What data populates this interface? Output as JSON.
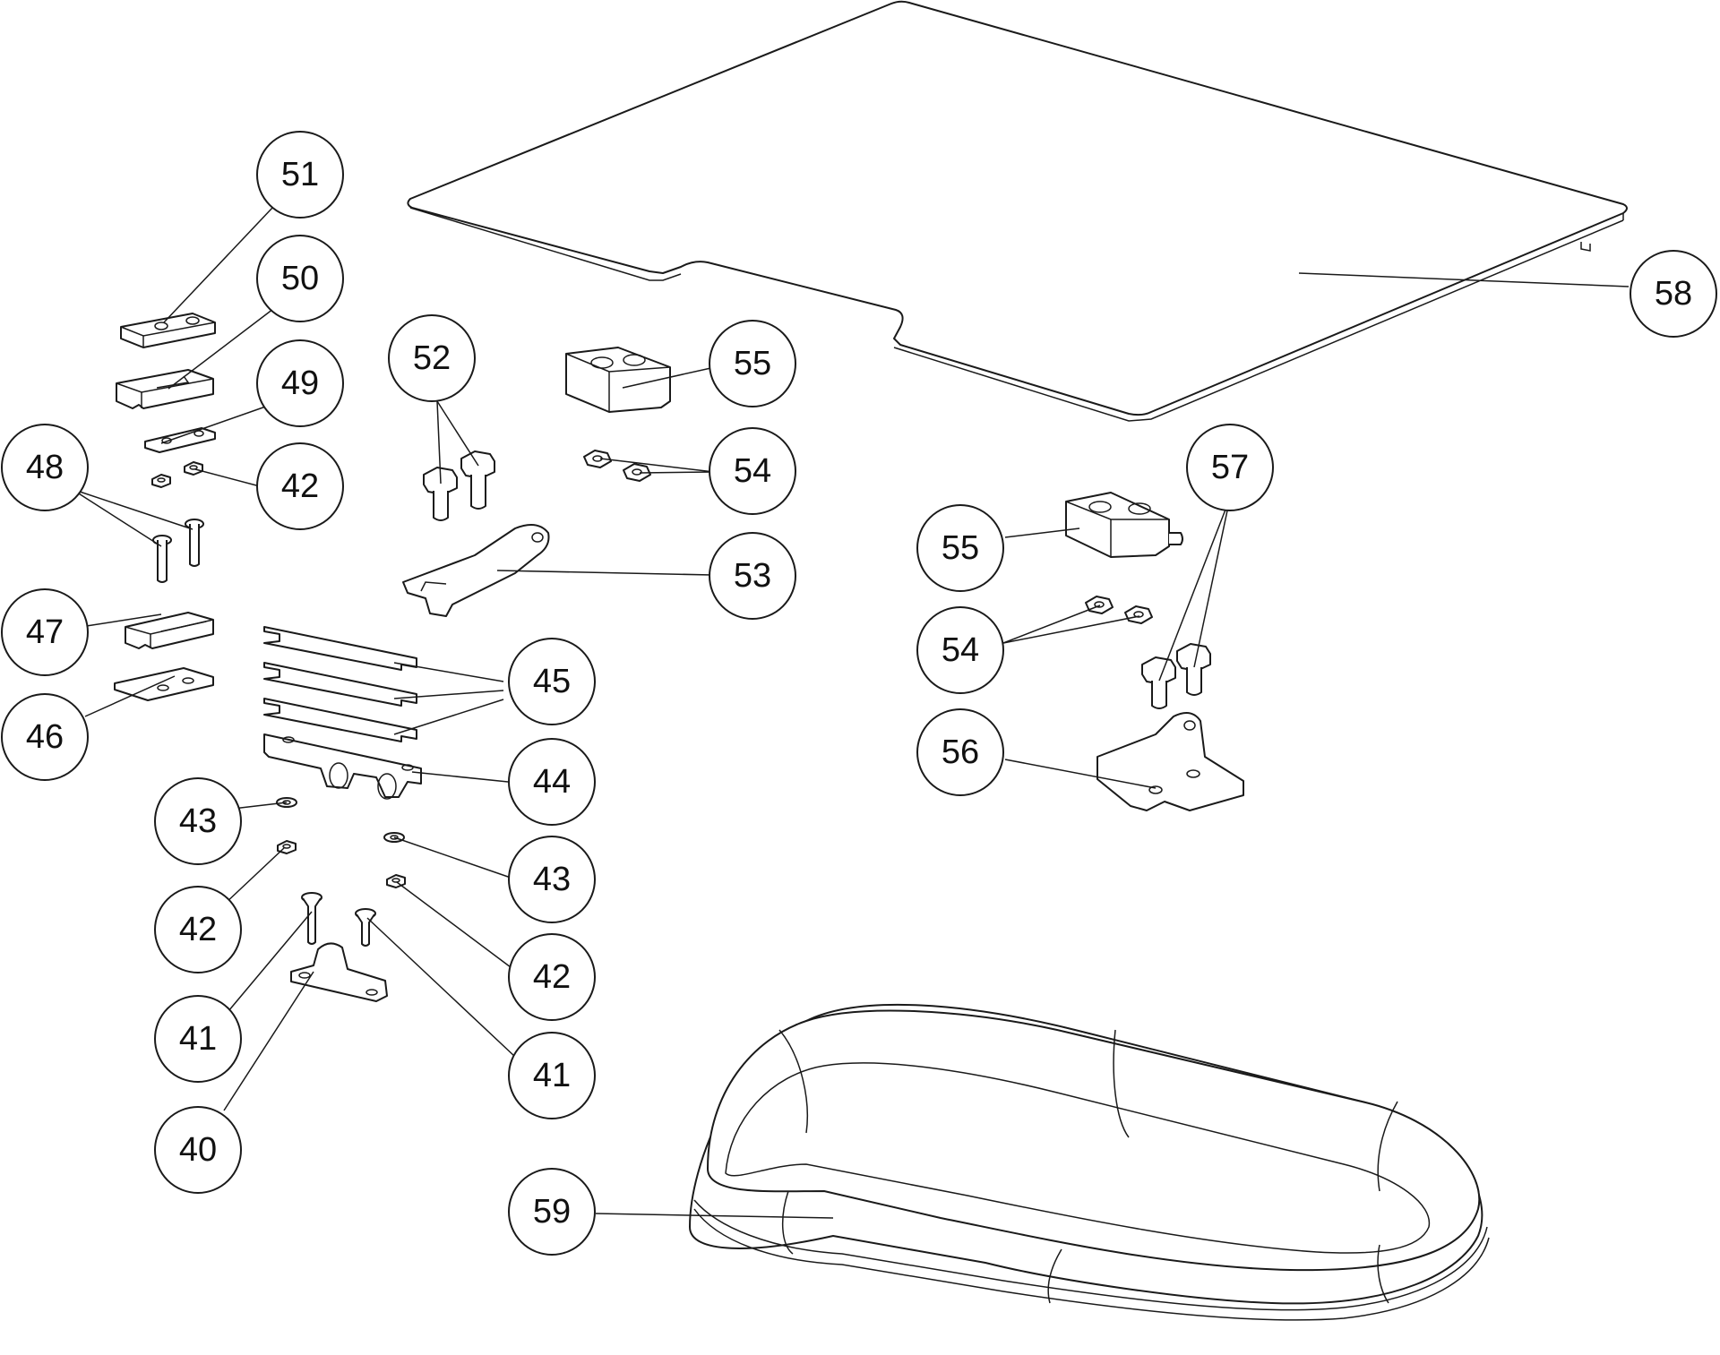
{
  "callouts": {
    "c40": "40",
    "c41a": "41",
    "c41b": "41",
    "c42a": "42",
    "c42b": "42",
    "c42c": "42",
    "c43a": "43",
    "c43b": "43",
    "c44": "44",
    "c45": "45",
    "c46": "46",
    "c47": "47",
    "c48": "48",
    "c49": "49",
    "c50": "50",
    "c51": "51",
    "c52": "52",
    "c53": "53",
    "c54a": "54",
    "c54b": "54",
    "c55a": "55",
    "c55b": "55",
    "c56": "56",
    "c57": "57",
    "c58": "58",
    "c59": "59"
  }
}
